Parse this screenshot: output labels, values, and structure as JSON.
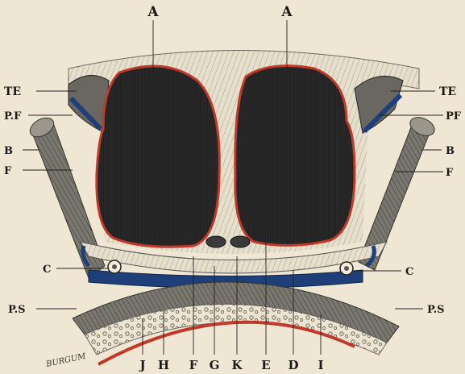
{
  "labels": {
    "top_left": "A",
    "top_right": "A",
    "left_te": "TE",
    "left_pf": "P.F",
    "left_b": "B",
    "left_f": "F",
    "left_c": "C",
    "left_ps": "P.S",
    "right_te": "TE",
    "right_pf": "PF",
    "right_b": "B",
    "right_f": "F",
    "right_c": "C",
    "right_ps": "P.S",
    "bottom": [
      "J",
      "H",
      "F",
      "G",
      "K",
      "E",
      "D",
      "I"
    ]
  },
  "signature": "BURGUM",
  "colors": {
    "paper": "#efe7d3",
    "ink": "#1a1a1a",
    "vessel_outline": "#c0392b",
    "vein_blue": "#1f3f7a",
    "fascia": "#d8d0bd"
  },
  "icons": {
    "left_vessel": "artery-cross-section",
    "right_vessel": "artery-cross-section",
    "left_node": "lymph-node",
    "right_node": "lymph-node"
  }
}
